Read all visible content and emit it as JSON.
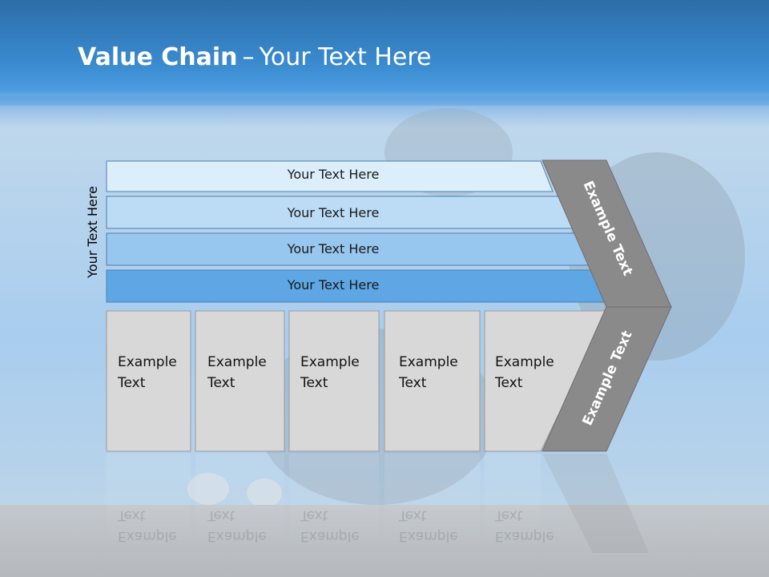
{
  "slide": {
    "title_bold": "Value Chain",
    "title_sep": "–",
    "title_rest": "Your Text Here",
    "side_label": "Your Text Here"
  },
  "bars": [
    {
      "label": "Your Text Here",
      "color": "#ddeefb"
    },
    {
      "label": "Your Text Here",
      "color": "#bcdcf5"
    },
    {
      "label": "Your Text Here",
      "color": "#97c6ee"
    },
    {
      "label": "Your Text Here",
      "color": "#5ea7e4"
    }
  ],
  "cards": [
    {
      "line1": "Example",
      "line2": "Text"
    },
    {
      "line1": "Example",
      "line2": "Text"
    },
    {
      "line1": "Example",
      "line2": "Text"
    },
    {
      "line1": "Example",
      "line2": "Text"
    },
    {
      "line1": "Example",
      "line2": "Text"
    }
  ],
  "chevron": {
    "upper_label": "Example Text",
    "lower_label": "Example Text",
    "color": "#8a8a8a"
  },
  "colors": {
    "card_fill": "#d8d8d8",
    "header_blue": "#3a8ad0"
  }
}
